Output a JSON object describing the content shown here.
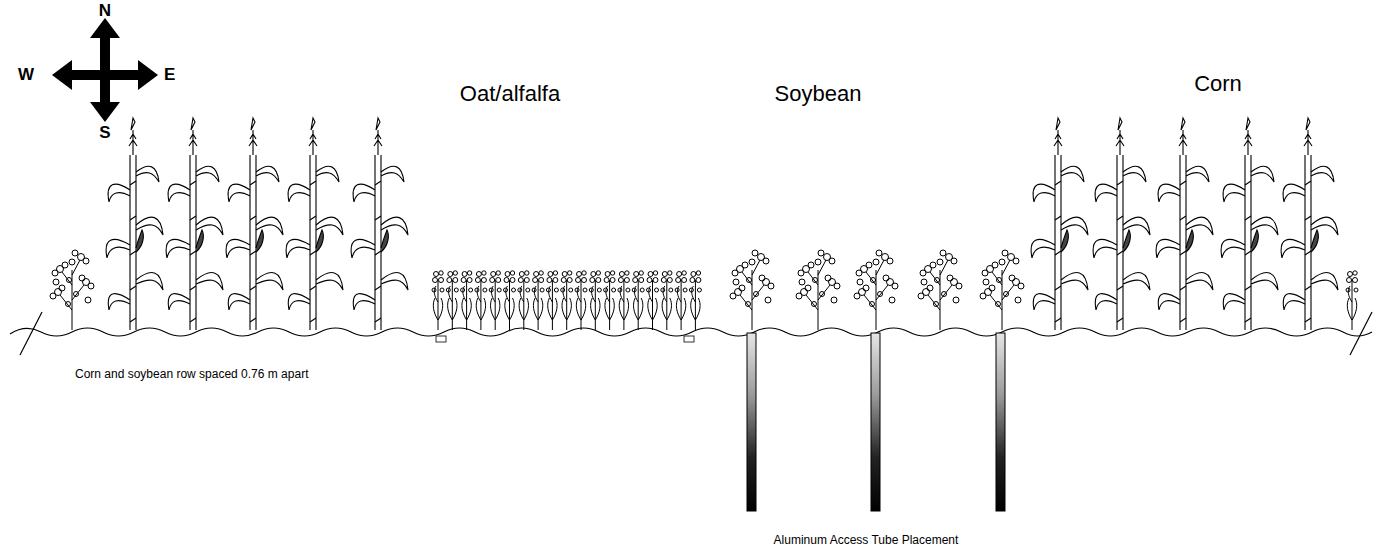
{
  "diagram": {
    "labels": [
      "N",
      "W",
      "E",
      "S",
      "Oat/alfalfa",
      "Soybean",
      "Corn",
      "Corn and soybean row spaced 0.76 m apart",
      "Aluminum Access Tube Placement"
    ]
  }
}
